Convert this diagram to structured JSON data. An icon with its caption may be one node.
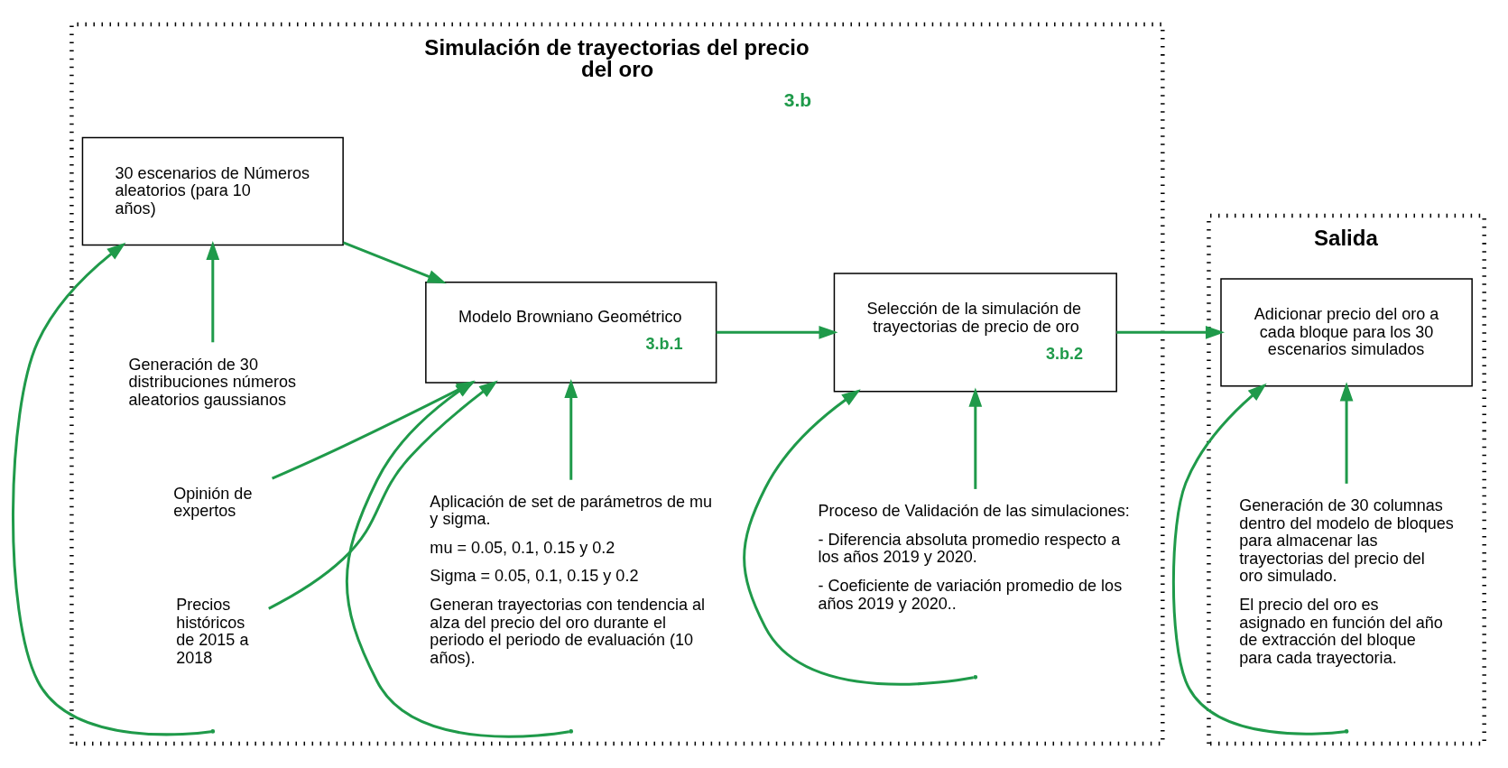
{
  "diagram": {
    "nodes": [
      {
        "text": [
          "Simulación de trayectorias del precio del oro",
          "3.b"
        ]
      },
      {
        "text": [
          "Salida"
        ]
      },
      {
        "text": [
          "30 escenarios de Números aleatorios (para 10 años)"
        ],
        "in": 0
      },
      {
        "text": [
          "Generación de 30 distribuciones números aleatorios gaussianos"
        ],
        "in": 0
      },
      {
        "text": [
          "Opinión de expertos"
        ],
        "in": 0
      },
      {
        "text": [
          "Precios históricos de 2015 a 2018"
        ],
        "in": 0
      },
      {
        "text": [
          "Modelo Browniano Geométrico",
          "3.b.1"
        ],
        "in": 0
      },
      {
        "text": [
          "Aplicación de set de parámetros de mu y sigma.",
          "mu = 0.05, 0.1, 0.15 y 0.2",
          "Sigma = 0.05, 0.1, 0.15 y 0.2",
          "Generan trayectorias con tendencia al alza del precio del oro durante el periodo el periodo de evaluación (10 años)."
        ],
        "in": 0
      },
      {
        "text": [
          "Selección de la simulación de trayectorias de precio de oro",
          "3.b.2"
        ],
        "in": 0
      },
      {
        "text": [
          "Proceso de Validación de las simulaciones:",
          "- Diferencia absoluta promedio respecto a los años 2019 y 2020.",
          "- Coeficiente de variación promedio de los años 2019 y 2020.."
        ],
        "in": 0
      },
      {
        "text": [
          "Adicionar precio del oro a cada bloque para los 30 escenarios simulados"
        ],
        "in": 1
      },
      {
        "text": [
          "Generación de 30 columnas dentro del modelo de bloques para almacenar las trayectorias del precio del oro simulado.",
          "El precio del oro es asignado en función del año de extracción del bloque para cada trayectoria."
        ],
        "in": 1
      }
    ],
    "edges": [
      {
        "from": null,
        "to": 2,
        "arrow": "to"
      },
      {
        "from": 3,
        "to": 2,
        "arrow": "to"
      },
      {
        "from": 2,
        "to": 6,
        "arrow": "to"
      },
      {
        "from": 4,
        "to": 6,
        "arrow": "to"
      },
      {
        "from": 5,
        "to": 6,
        "arrow": "to"
      },
      {
        "from": null,
        "to": 6,
        "arrow": "to"
      },
      {
        "from": 7,
        "to": 6,
        "arrow": "to"
      },
      {
        "from": 6,
        "to": 8,
        "arrow": "to"
      },
      {
        "from": null,
        "to": 8,
        "arrow": "to"
      },
      {
        "from": 9,
        "to": 8,
        "arrow": "to"
      },
      {
        "from": 8,
        "to": 10,
        "arrow": "to"
      },
      {
        "from": null,
        "to": 10,
        "arrow": "to"
      },
      {
        "from": 11,
        "to": 10,
        "arrow": "to"
      }
    ]
  }
}
